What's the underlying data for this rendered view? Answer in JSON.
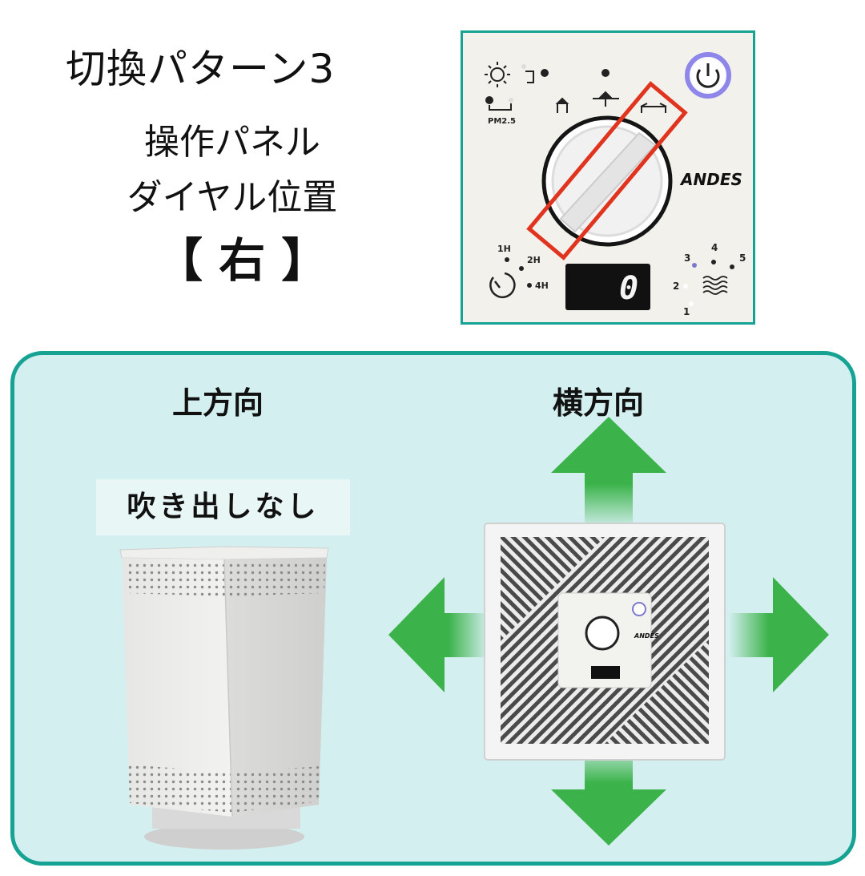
{
  "heading": {
    "title": "切換パターン3",
    "subtitle_line1": "操作パネル",
    "subtitle_line2": "ダイヤル位置",
    "position": "【 右 】"
  },
  "panel": {
    "brand": "ANDES",
    "pm_label": "PM2.5",
    "timer": {
      "t1": "1H",
      "t2": "2H",
      "t4": "4H"
    },
    "fan_levels": [
      "1",
      "2",
      "3",
      "4",
      "5"
    ],
    "display_value": "0",
    "highlight_color": "#e0341f"
  },
  "lower": {
    "label_up": "上方向",
    "label_side": "横方向",
    "no_blow": "吹き出しなし",
    "arrow_color": "#3bb34a",
    "frame_color": "#17a394"
  }
}
